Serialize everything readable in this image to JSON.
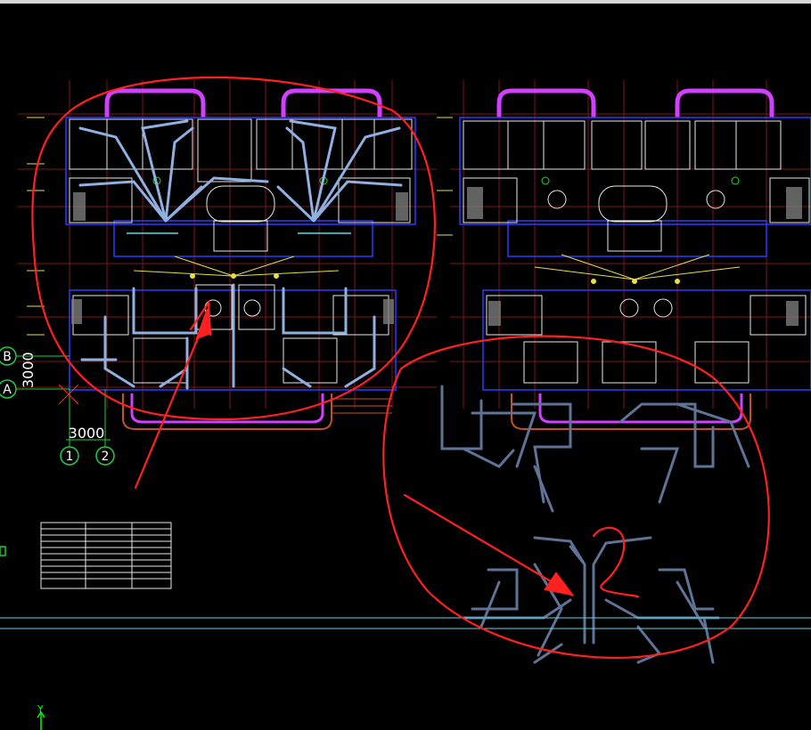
{
  "drawing": {
    "grid_rows": [
      {
        "id": "row-b",
        "label": "B"
      },
      {
        "id": "row-a",
        "label": "A"
      }
    ],
    "grid_cols": [
      {
        "id": "col-1",
        "label": "1"
      },
      {
        "id": "col-2",
        "label": "2"
      }
    ],
    "vertical_dimension": "3000",
    "horizontal_dimension": "3000",
    "ucs_axis": "Y"
  },
  "colors": {
    "background": "#000000",
    "annotation": "#ff2020",
    "wall": "#8fb0e0",
    "pipe": "#5e7395",
    "gridline": "#8a1a1a",
    "magenta": "#d040ff",
    "cyan_line": "#59d7e8"
  }
}
